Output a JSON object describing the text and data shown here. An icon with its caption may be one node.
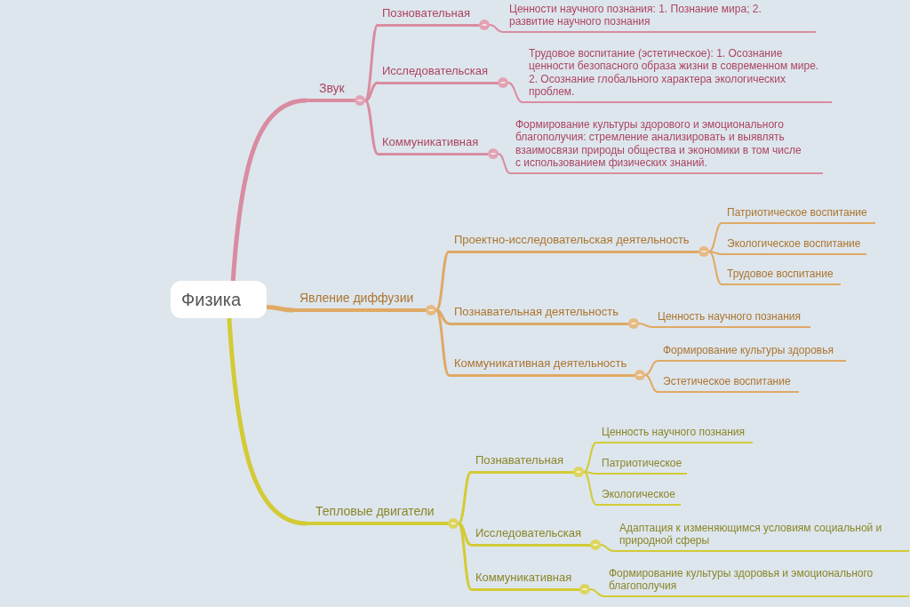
{
  "diagram": {
    "nodes": [
      {
        "text": [
          "Физика"
        ]
      },
      {
        "text": [
          "Звук"
        ]
      },
      {
        "text": [
          "Позновательная"
        ]
      },
      {
        "text": [
          "Ценности научного познания: 1. Познание мира; 2. развитие научного познания"
        ]
      },
      {
        "text": [
          "Исследовательская"
        ]
      },
      {
        "text": [
          "Трудовое воспитание (эстетическое): 1. Осознание ценности безопасного образа жизни в современном мире. 2. Осознание глобального характера экологических проблем."
        ]
      },
      {
        "text": [
          "Коммуникативная"
        ]
      },
      {
        "text": [
          "Формирование культуры здорового и эмоционального благополучия: стремление анализировать и выявлять взаимосвязи природы общества и экономики в том числе с использованием физических знаний."
        ]
      },
      {
        "text": [
          "Явление диффузии"
        ]
      },
      {
        "text": [
          "Проектно-исследовательская деятельность"
        ]
      },
      {
        "text": [
          "Патриотическое воспитание"
        ]
      },
      {
        "text": [
          "Экологическое воспитание"
        ]
      },
      {
        "text": [
          "Трудовое воспитание"
        ]
      },
      {
        "text": [
          "Познавательная деятельность"
        ]
      },
      {
        "text": [
          "Ценность научного познания"
        ]
      },
      {
        "text": [
          "Коммуникативная деятельность"
        ]
      },
      {
        "text": [
          "Формирование культуры здоровья"
        ]
      },
      {
        "text": [
          "Эстетическое воспитание"
        ]
      },
      {
        "text": [
          "Тепловые двигатели"
        ]
      },
      {
        "text": [
          "Познавательная"
        ]
      },
      {
        "text": [
          "Ценность научного познания"
        ]
      },
      {
        "text": [
          "Патриотическое"
        ]
      },
      {
        "text": [
          "Экологическое"
        ]
      },
      {
        "text": [
          "Исследовательская"
        ]
      },
      {
        "text": [
          "Адаптация к изменяющимся условиям социальной и природной сферы"
        ]
      },
      {
        "text": [
          "Коммуникативная"
        ]
      },
      {
        "text": [
          "Формирование культуры здоровья и эмоционального благополучия"
        ]
      }
    ],
    "edges": [
      {
        "from": 0,
        "to": 1,
        "arrow": "none",
        "style": "thick",
        "color": "#d98ca1"
      },
      {
        "from": 1,
        "to": 2,
        "arrow": "none",
        "color": "#d98ca1"
      },
      {
        "from": 2,
        "to": 3,
        "arrow": "none",
        "color": "#d98ca1"
      },
      {
        "from": 1,
        "to": 4,
        "arrow": "none",
        "color": "#d98ca1"
      },
      {
        "from": 4,
        "to": 5,
        "arrow": "none",
        "color": "#d98ca1"
      },
      {
        "from": 1,
        "to": 6,
        "arrow": "none",
        "color": "#d98ca1"
      },
      {
        "from": 6,
        "to": 7,
        "arrow": "none",
        "color": "#d98ca1"
      },
      {
        "from": 0,
        "to": 8,
        "arrow": "none",
        "style": "thick"
      },
      {
        "from": 8,
        "to": 9,
        "arrow": "none"
      },
      {
        "from": 9,
        "to": 10,
        "arrow": "none"
      },
      {
        "from": 9,
        "to": 11,
        "arrow": "none"
      },
      {
        "from": 9,
        "to": 12,
        "arrow": "none"
      },
      {
        "from": 8,
        "to": 13,
        "arrow": "none"
      },
      {
        "from": 13,
        "to": 14,
        "arrow": "none"
      },
      {
        "from": 8,
        "to": 15,
        "arrow": "none"
      },
      {
        "from": 15,
        "to": 16,
        "arrow": "none"
      },
      {
        "from": 15,
        "to": 17,
        "arrow": "none"
      },
      {
        "from": 0,
        "to": 18,
        "arrow": "none",
        "style": "thick",
        "color": "#d3cb36"
      },
      {
        "from": 18,
        "to": 19,
        "arrow": "none",
        "color": "#d3cb36"
      },
      {
        "from": 19,
        "to": 20,
        "arrow": "none",
        "color": "#d3cb36"
      },
      {
        "from": 19,
        "to": 21,
        "arrow": "none",
        "color": "#d3cb36"
      },
      {
        "from": 19,
        "to": 22,
        "arrow": "none",
        "color": "#d3cb36"
      },
      {
        "from": 18,
        "to": 23,
        "arrow": "none",
        "color": "#d3cb36"
      },
      {
        "from": 23,
        "to": 24,
        "arrow": "none",
        "color": "#d3cb36"
      },
      {
        "from": 18,
        "to": 25,
        "arrow": "none",
        "color": "#d3cb36"
      },
      {
        "from": 25,
        "to": 26,
        "arrow": "none",
        "color": "#d3cb36"
      }
    ]
  }
}
